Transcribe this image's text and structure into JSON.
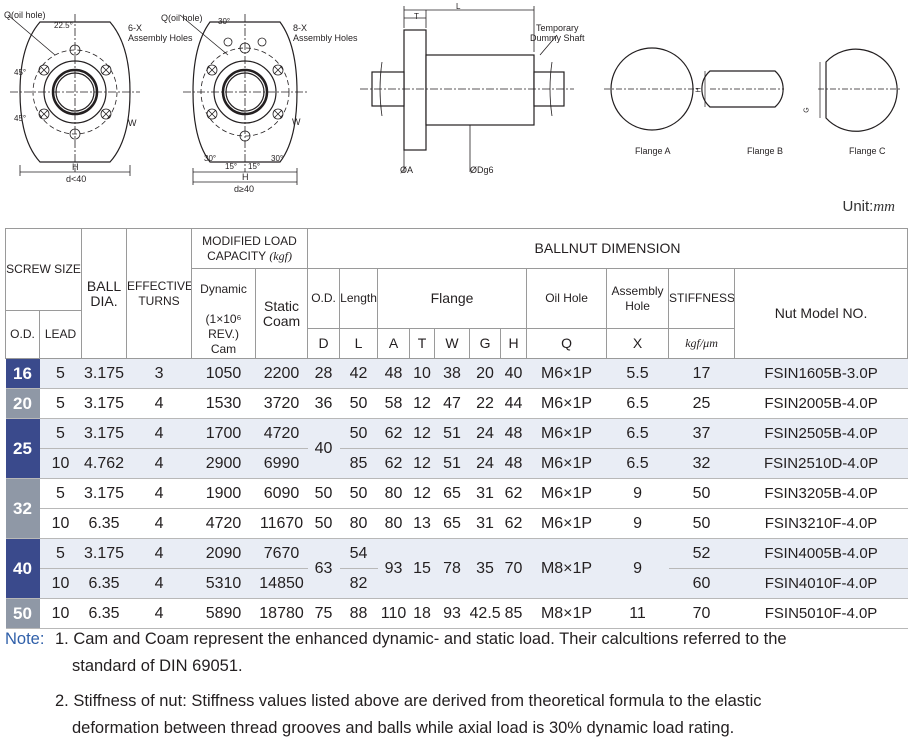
{
  "drawing": {
    "d1": {
      "q_oil_hole": "Q(oil hole)",
      "angle_a": "22.5°",
      "holes_label": "6-X\nAssembly Holes",
      "angle_45a": "45°",
      "angle_45b": "45°",
      "w": "W",
      "h": "H",
      "d_cond": "d<40"
    },
    "d2": {
      "q_oil_hole": "Q(oil hole)",
      "angle_30a": "30°",
      "holes_label": "8-X\nAssembly Holes",
      "w": "W",
      "angle_30b": "30°",
      "angle_30c": "30°",
      "angle_15a": "15°",
      "angle_15b": "15°",
      "h": "H",
      "d_cond": "d≥40"
    },
    "side": {
      "t": "T",
      "l": "L",
      "temp_shaft": "Temporary\nDummy Shaft",
      "da": "ØA",
      "ddg6": "ØDg6"
    },
    "flanges": {
      "flange_a": "Flange A",
      "flange_b": "Flange B",
      "flange_c": "Flange C",
      "h": "H",
      "g": "G"
    }
  },
  "unit": {
    "label": "Unit:",
    "value": "mm"
  },
  "table": {
    "headers": {
      "screw_size": "SCREW SIZE",
      "od": "O.D.",
      "lead": "LEAD",
      "ball_dia": "BALL DIA.",
      "effective_turns": "EFFECTIVE TURNS",
      "modified_load": "MODIFIED LOAD CAPACITY",
      "kgf": "(kgf)",
      "dynamic": "Dynamic",
      "dyn_unit": "(1×10⁶ REV.)",
      "cam": "Cam",
      "static": "Static",
      "coam": "Coam",
      "ballnut_dimension": "BALLNUT DIMENSION",
      "nut_od": "O.D.",
      "length": "Length",
      "flange": "Flange",
      "oil_hole": "Oil Hole",
      "assembly_hole": "Assembly Hole",
      "stiffness": "STIFFNESS",
      "nut_model": "Nut Model NO.",
      "D": "D",
      "L": "L",
      "A": "A",
      "T": "T",
      "W": "W",
      "G": "G",
      "H": "H",
      "Q": "Q",
      "X": "X",
      "stiff_unit": "kgf/μm"
    },
    "size_groups": [
      "16",
      "20",
      "25",
      "32",
      "40",
      "50"
    ],
    "merged": {
      "od_25": "40",
      "od_40": "63",
      "length_40a": "54",
      "length_40b": "82",
      "flange_40": [
        "93",
        "15",
        "78",
        "35",
        "70"
      ],
      "oil_40": "M8×1P",
      "x_40": "9"
    },
    "rows": [
      {
        "lead": "5",
        "ball": "3.175",
        "turns": "3",
        "cam": "1050",
        "coam": "2200",
        "D": "28",
        "L": "42",
        "A": "48",
        "T": "10",
        "W": "38",
        "G": "20",
        "H": "40",
        "Q": "M6×1P",
        "X": "5.5",
        "stiff": "17",
        "model": "FSIN1605B-3.0P"
      },
      {
        "lead": "5",
        "ball": "3.175",
        "turns": "4",
        "cam": "1530",
        "coam": "3720",
        "D": "36",
        "L": "50",
        "A": "58",
        "T": "12",
        "W": "47",
        "G": "22",
        "H": "44",
        "Q": "M6×1P",
        "X": "6.5",
        "stiff": "25",
        "model": "FSIN2005B-4.0P"
      },
      {
        "lead": "5",
        "ball": "3.175",
        "turns": "4",
        "cam": "1700",
        "coam": "4720",
        "L": "50",
        "A": "62",
        "T": "12",
        "W": "51",
        "G": "24",
        "H": "48",
        "Q": "M6×1P",
        "X": "6.5",
        "stiff": "37",
        "model": "FSIN2505B-4.0P"
      },
      {
        "lead": "10",
        "ball": "4.762",
        "turns": "4",
        "cam": "2900",
        "coam": "6990",
        "L": "85",
        "A": "62",
        "T": "12",
        "W": "51",
        "G": "24",
        "H": "48",
        "Q": "M6×1P",
        "X": "6.5",
        "stiff": "32",
        "model": "FSIN2510D-4.0P"
      },
      {
        "lead": "5",
        "ball": "3.175",
        "turns": "4",
        "cam": "1900",
        "coam": "6090",
        "D": "50",
        "L": "50",
        "A": "80",
        "T": "12",
        "W": "65",
        "G": "31",
        "H": "62",
        "Q": "M6×1P",
        "X": "9",
        "stiff": "50",
        "model": "FSIN3205B-4.0P"
      },
      {
        "lead": "10",
        "ball": "6.35",
        "turns": "4",
        "cam": "4720",
        "coam": "11670",
        "D": "50",
        "L": "80",
        "A": "80",
        "T": "13",
        "W": "65",
        "G": "31",
        "H": "62",
        "Q": "M6×1P",
        "X": "9",
        "stiff": "50",
        "model": "FSIN3210F-4.0P"
      },
      {
        "lead": "5",
        "ball": "3.175",
        "turns": "4",
        "cam": "2090",
        "coam": "7670",
        "stiff": "52",
        "model": "FSIN4005B-4.0P"
      },
      {
        "lead": "10",
        "ball": "6.35",
        "turns": "4",
        "cam": "5310",
        "coam": "14850",
        "stiff": "60",
        "model": "FSIN4010F-4.0P"
      },
      {
        "lead": "10",
        "ball": "6.35",
        "turns": "4",
        "cam": "5890",
        "coam": "18780",
        "D": "75",
        "L": "88",
        "A": "110",
        "T": "18",
        "W": "93",
        "G": "42.5",
        "H": "85",
        "Q": "M8×1P",
        "X": "11",
        "stiff": "70",
        "model": "FSIN5010F-4.0P"
      }
    ]
  },
  "notes": {
    "label": "Note:",
    "n1a": "1. Cam and Coam represent the enhanced dynamic- and static load. Their calcultions referred to the",
    "n1b": "standard of DIN 69051.",
    "n2a": "2. Stiffness of nut: Stiffness values listed above are derived from theoretical formula to the elastic",
    "n2b": "deformation between thread grooves and balls while axial load is 30% dynamic load rating."
  },
  "colors": {
    "size_dark": "#3a4a8c",
    "size_gray": "#8f98a6",
    "row_alt": "#e9edf5",
    "note_blue": "#2f5fa9"
  }
}
